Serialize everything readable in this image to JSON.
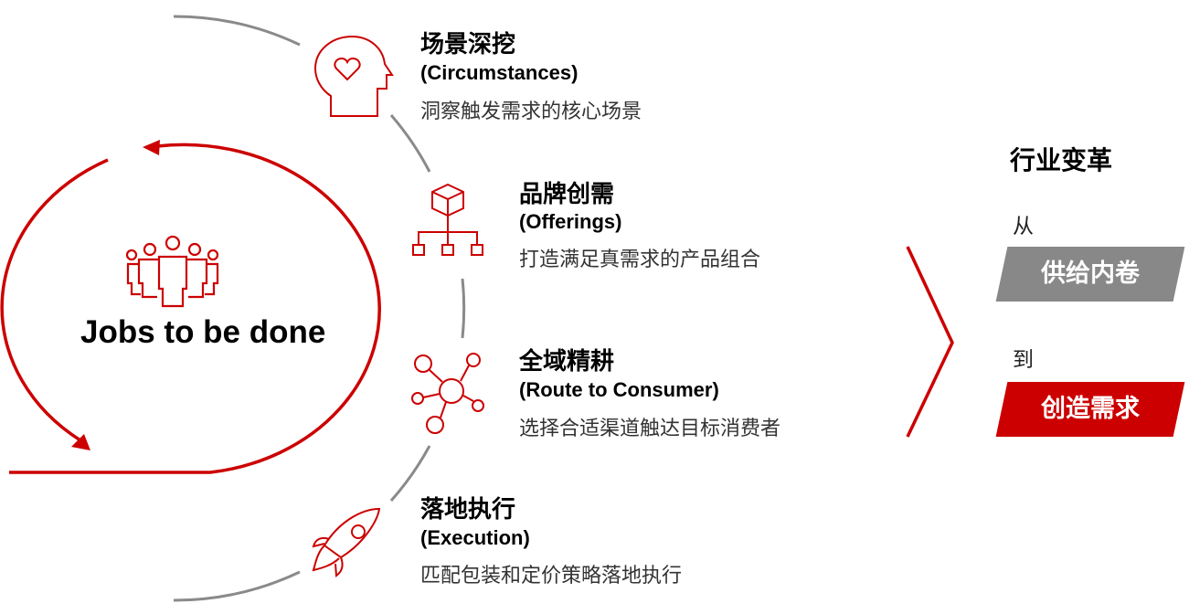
{
  "center": {
    "title": "Jobs to be done"
  },
  "steps": [
    {
      "title": "场景深挖",
      "en": "(Circumstances)",
      "desc": "洞察触发需求的核心场景",
      "icon": "head-heart-icon"
    },
    {
      "title": "品牌创需",
      "en": "(Offerings)",
      "desc": "打造满足真需求的产品组合",
      "icon": "hierarchy-cube-icon"
    },
    {
      "title": "全域精耕",
      "en": "(Route to Consumer)",
      "desc": "选择合适渠道触达目标消费者",
      "icon": "network-hub-icon"
    },
    {
      "title": "落地执行",
      "en": "(Execution)",
      "desc": "匹配包装和定价策略落地执行",
      "icon": "rocket-icon"
    }
  ],
  "right": {
    "title": "行业变革",
    "from_label": "从",
    "from_value": "供给内卷",
    "to_label": "到",
    "to_value": "创造需求"
  },
  "colors": {
    "red": "#cc0000",
    "gray": "#888888",
    "arc": "#8a8a8a"
  }
}
